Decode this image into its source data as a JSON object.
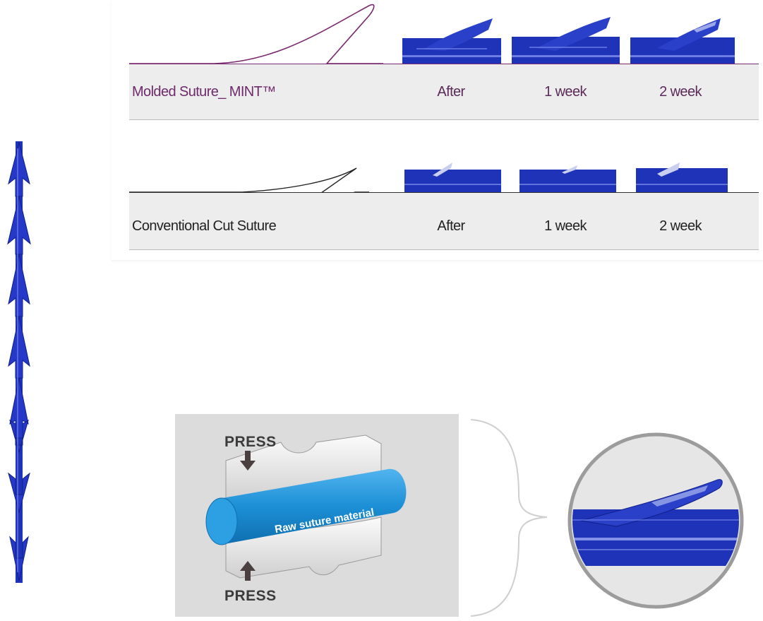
{
  "rows": [
    {
      "label": "Molded Suture_ MINT™",
      "times": [
        "After",
        "1 week",
        "2 week"
      ]
    },
    {
      "label": "Conventional Cut Suture",
      "times": [
        "After",
        "1 week",
        "2 week"
      ]
    }
  ],
  "press_diagram": {
    "top_label": "PRESS",
    "bottom_label": "PRESS",
    "cylinder_label": "Raw suture material"
  },
  "colors": {
    "suture_blue": "#1f33b8",
    "mint_accent": "#7a2a6e",
    "cylinder_blue": "#1c8fd6",
    "band_gray": "#ededed"
  }
}
